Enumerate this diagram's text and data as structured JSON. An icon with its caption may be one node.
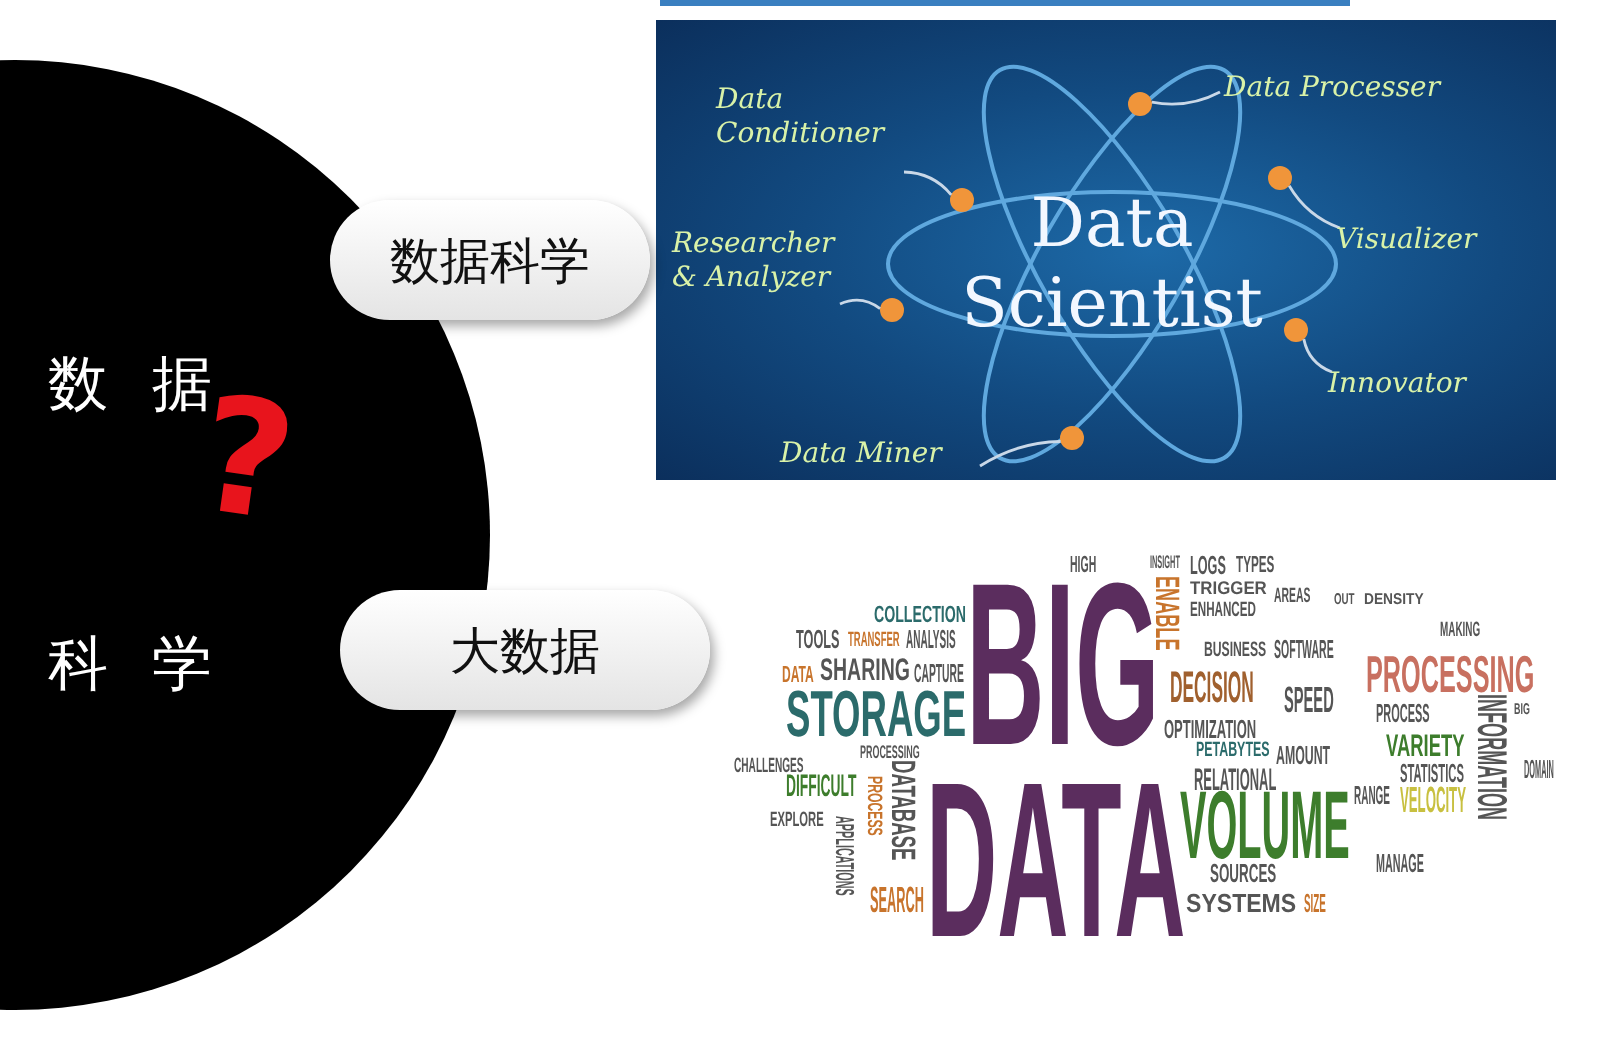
{
  "diagram": {
    "nodes": [
      {
        "text": [
          "数据",
          "?",
          "科学"
        ]
      },
      {
        "text": [
          "数据科学"
        ]
      },
      {
        "text": [
          "大数据"
        ]
      },
      {
        "text": [
          "Data Scientist"
        ]
      },
      {
        "text": [
          "Data Conditioner"
        ]
      },
      {
        "text": [
          "Data Processer"
        ]
      },
      {
        "text": [
          "Researcher & Analyzer"
        ]
      },
      {
        "text": [
          "Visualizer"
        ]
      },
      {
        "text": [
          "Innovator"
        ]
      },
      {
        "text": [
          "Data Miner"
        ]
      },
      {
        "text": [],
        "shape": "circle"
      },
      {
        "text": [],
        "shape": "circle"
      },
      {
        "text": [],
        "shape": "circle"
      },
      {
        "text": [],
        "shape": "circle"
      },
      {
        "text": [],
        "shape": "circle"
      },
      {
        "text": [],
        "shape": "circle"
      }
    ],
    "edges": [
      {
        "from": 4,
        "to": 11,
        "arrow": "none"
      },
      {
        "from": 5,
        "to": 13,
        "arrow": "none"
      },
      {
        "from": 6,
        "to": 10,
        "arrow": "none"
      },
      {
        "from": 7,
        "to": 14,
        "arrow": "none"
      },
      {
        "from": 8,
        "to": 15,
        "arrow": "none"
      },
      {
        "from": 9,
        "to": 12,
        "arrow": "none"
      }
    ],
    "labels": [
      "HIGH",
      "INSIGHT",
      "LOGS",
      "TYPES",
      "BIG",
      "ENABLE",
      "TRIGGER",
      "AREAS",
      "OUT",
      "DENSITY",
      "COLLECTION",
      "ENHANCED",
      "MAKING",
      "TOOLS",
      "TRANSFER",
      "ANALYSIS",
      "BUSINESS",
      "SOFTWARE",
      "DATA",
      "SHARING",
      "CAPTURE",
      "DECISION",
      "PROCESSING",
      "STORAGE",
      "SPEED",
      "PROCESS",
      "BIG",
      "INFORMATION",
      "OPTIMIZATION",
      "PROCESSING",
      "PETABYTES",
      "AMOUNT",
      "VARIETY",
      "CHALLENGES",
      "STATISTICS",
      "DOMAIN",
      "DIFFICULT",
      "RELATIONAL",
      "DATA",
      "DATABASE",
      "PROCESS",
      "RANGE",
      "VELOCITY",
      "VOLUME",
      "EXPLORE",
      "APPLICATIONS",
      "MANAGE",
      "SOURCES",
      "SEARCH",
      "SYSTEMS",
      "SIZE"
    ]
  }
}
